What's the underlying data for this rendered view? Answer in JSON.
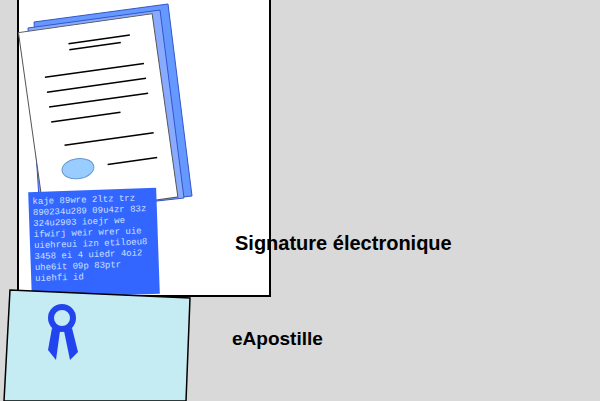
{
  "diagram": {
    "nodes": [
      {
        "text": [
          "kaje 89wre 2ltz trz 890234u289 09u4zr 83z 324u2903 ioejr we ifwirj weir wrer uie uiehreui izn etiloeu8 3458 ei 4 uiedr 4oi2 uhe6it 09p 83ptr uiehfi id"
        ]
      }
    ],
    "labels": [
      "Signature électronique",
      "eApostille"
    ]
  }
}
